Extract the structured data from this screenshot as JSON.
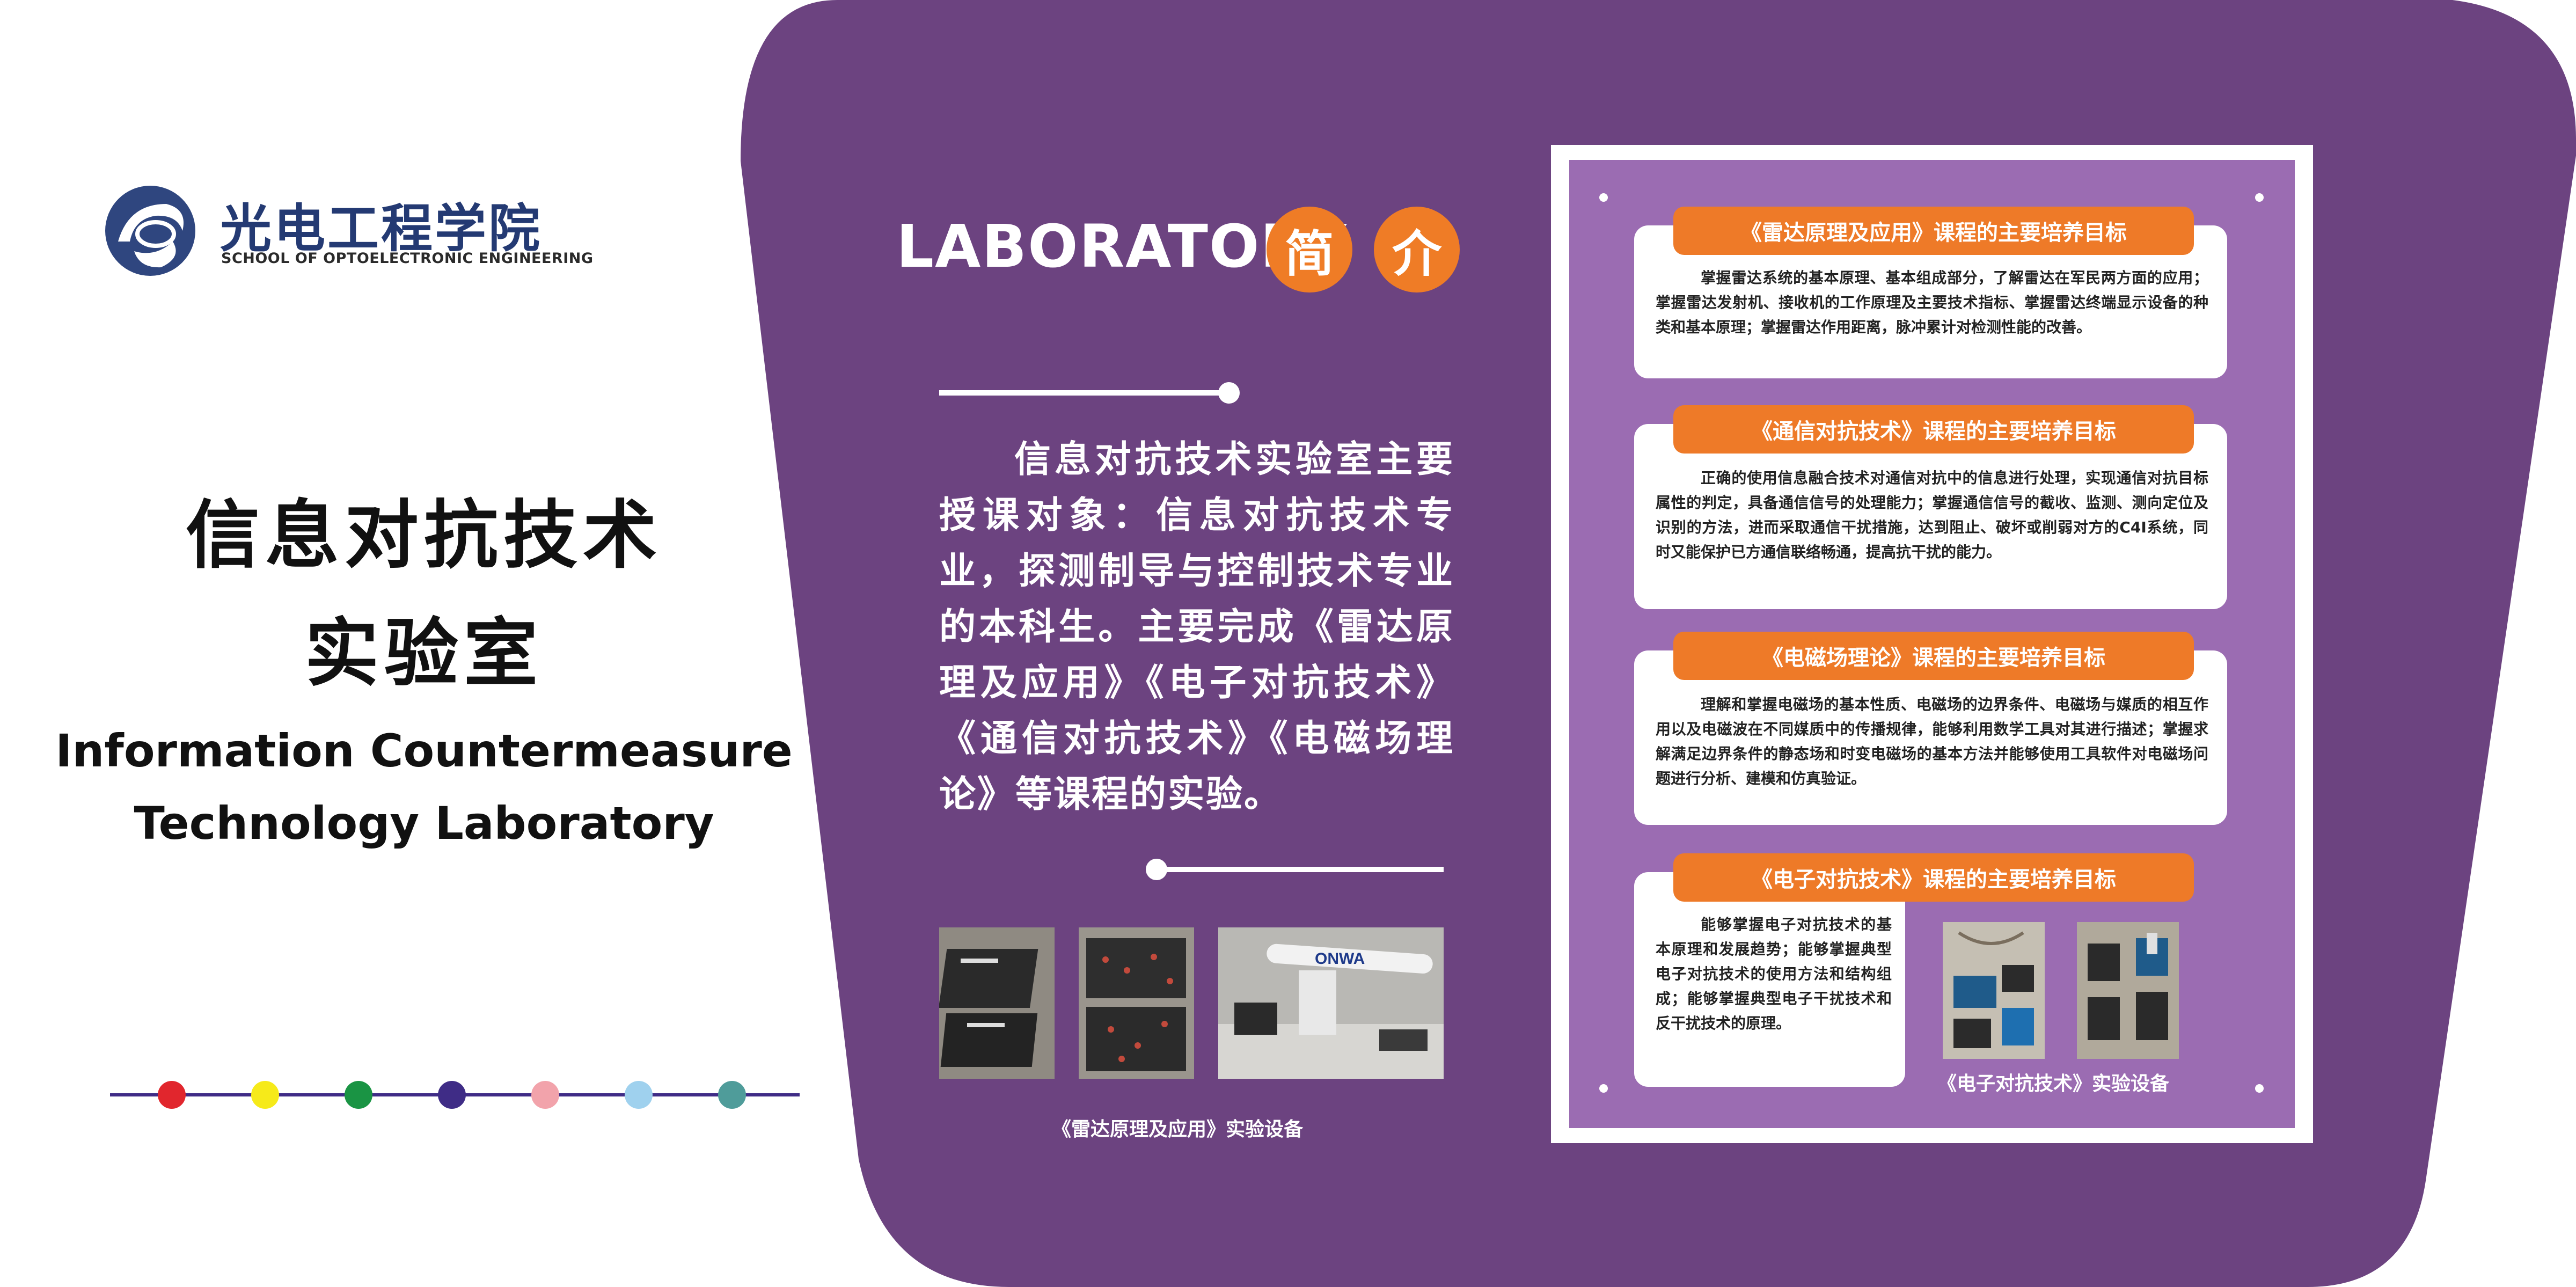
{
  "colors": {
    "purple": "#6c4380",
    "panel_purple": "#9b6cb2",
    "orange": "#ee7a28",
    "navy": "#243a73"
  },
  "logo": {
    "name_cn": "光电工程学院",
    "name_en": "SCHOOL OF OPTOELECTRONIC ENGINEERING",
    "icon": "school-logo-icon"
  },
  "left": {
    "title_line1": "信息对抗技术",
    "title_line2": "实验室",
    "title_en_line1": "Information Countermeasure",
    "title_en_line2": "Technology Laboratory",
    "dot_colors": [
      "#e1262d",
      "#f6ea1a",
      "#1a9444",
      "#3f2c86",
      "#f2a3ab",
      "#9fd1ee",
      "#4f9c9a"
    ]
  },
  "middle": {
    "heading": "LABORATORY",
    "badge1": "简",
    "badge2": "介",
    "intro": "信息对抗技术实验室主要授课对象：信息对抗技术专业，探测制导与控制技术专业的本科生。主要完成《雷达原理及应用》《电子对抗技术》《通信对抗技术》《电磁场理论》等课程的实验。",
    "photo_caption": "《雷达原理及应用》实验设备",
    "photos": [
      "radar-equipment-photo-1",
      "radar-equipment-photo-2",
      "radar-antenna-photo"
    ]
  },
  "cards": [
    {
      "title": "《雷达原理及应用》课程的主要培养目标",
      "text": "掌握雷达系统的基本原理、基本组成部分，了解雷达在军民两方面的应用；掌握雷达发射机、接收机的工作原理及主要技术指标、掌握雷达终端显示设备的种类和基本原理；掌握雷达作用距离，脉冲累计对检测性能的改善。"
    },
    {
      "title": "《通信对抗技术》课程的主要培养目标",
      "text": "正确的使用信息融合技术对通信对抗中的信息进行处理，实现通信对抗目标属性的判定，具备通信信号的处理能力；掌握通信信号的截收、监测、测向定位及识别的方法，进而采取通信干扰措施，达到阻止、破坏或削弱对方的C4I系统，同时又能保护已方通信联络畅通，提高抗干扰的能力。"
    },
    {
      "title": "《电磁场理论》课程的主要培养目标",
      "text": "理解和掌握电磁场的基本性质、电磁场的边界条件、电磁场与媒质的相互作用以及电磁波在不同媒质中的传播规律，能够利用数学工具对其进行描述；掌握求解满足边界条件的静态场和时变电磁场的基本方法并能够使用工具软件对电磁场问题进行分析、建模和仿真验证。"
    },
    {
      "title": "《电子对抗技术》课程的主要培养目标",
      "text": "能够掌握电子对抗技术的基本原理和发展趋势；能够掌握典型电子对抗技术的使用方法和结构组成；能够掌握典型电子干扰技术和反干扰技术的原理。"
    }
  ],
  "right_caption": "《电子对抗技术》实验设备",
  "right_photos": [
    "electronic-countermeasure-board-photo-1",
    "electronic-countermeasure-board-photo-2"
  ]
}
